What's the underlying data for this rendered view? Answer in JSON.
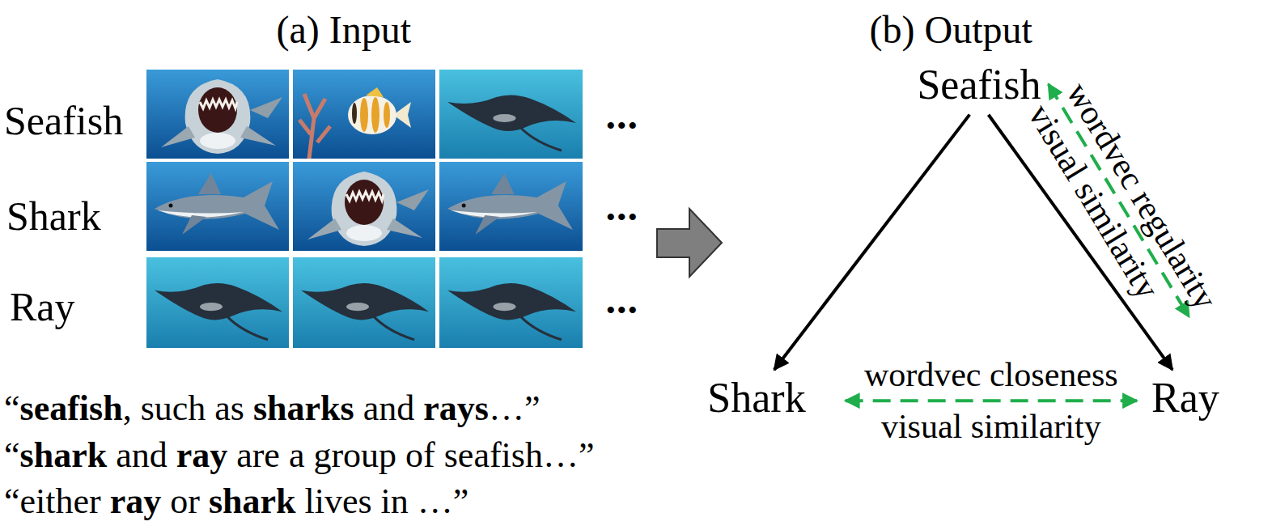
{
  "diagram": {
    "nodes": [
      {
        "text": [
          "Seafish"
        ]
      },
      {
        "text": [
          "Shark"
        ]
      },
      {
        "text": [
          "Ray"
        ]
      }
    ],
    "edges": [
      {
        "from": 0,
        "to": 1,
        "arrow": "to"
      },
      {
        "from": 0,
        "to": 2,
        "arrow": "to"
      },
      {
        "from": 1,
        "to": 2,
        "arrow": "both",
        "label": "wordvec closeness"
      },
      {
        "from": 0,
        "to": 2,
        "arrow": "both",
        "label": "wordvec regularity"
      }
    ],
    "labels": [
      "(a) Input",
      "(b) Output",
      "Seafish",
      "Shark",
      "Ray",
      "•••",
      "•••",
      "•••",
      "“seafish, such as sharks and rays…”",
      "“shark and ray are a group of seafish…”",
      "“either ray or shark lives in …”",
      "visual similarity",
      "visual similarity"
    ]
  }
}
